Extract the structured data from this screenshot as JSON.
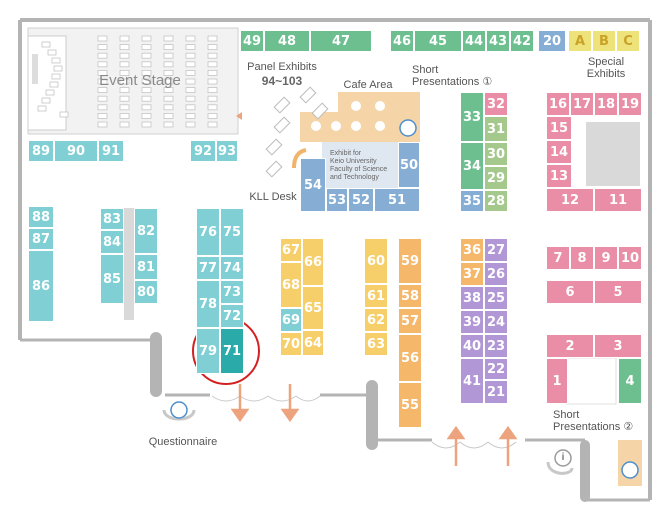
{
  "labels": {
    "event_stage": "Event Stage",
    "panel_exhibits": "Panel Exhibits",
    "panel_range": "94~103",
    "cafe_area": "Cafe Area",
    "short_presentations_1": "Short\nPresentations ①",
    "short_presentations_2": "Short\nPresentations ②",
    "special_exhibits": "Special\nExhibits",
    "kll_desk": "KLL Desk",
    "keio_exhibit": "Exhibit for\nKeio University\nFaculty of Science\nand Technology",
    "questionnaire": "Questionnaire",
    "info": "i"
  },
  "highlighted_booth": "71",
  "colors": {
    "green": "#6dbf8f",
    "light_green": "#a5c98c",
    "blue": "#86aed4",
    "teal": "#7fcfd4",
    "teal_highlight": "#2aaaa8",
    "yellow": "#f6cf6a",
    "orange": "#f5b76a",
    "purple": "#b197d6",
    "pink": "#e98ea6",
    "special": "#eee27a",
    "highlight_ring": "#d32020",
    "arrow": "#eda47e",
    "wall": "#b4b4b4"
  },
  "booths": [
    {
      "label": "49"
    },
    {
      "label": "48"
    },
    {
      "label": "47"
    },
    {
      "label": "46"
    },
    {
      "label": "45"
    },
    {
      "label": "44"
    },
    {
      "label": "43"
    },
    {
      "label": "42"
    },
    {
      "label": "20"
    },
    {
      "label": "A"
    },
    {
      "label": "B"
    },
    {
      "label": "C"
    },
    {
      "label": "89"
    },
    {
      "label": "90"
    },
    {
      "label": "91"
    },
    {
      "label": "92"
    },
    {
      "label": "93"
    },
    {
      "label": "33"
    },
    {
      "label": "32"
    },
    {
      "label": "31"
    },
    {
      "label": "34"
    },
    {
      "label": "30"
    },
    {
      "label": "29"
    },
    {
      "label": "35"
    },
    {
      "label": "28"
    },
    {
      "label": "50"
    },
    {
      "label": "54"
    },
    {
      "label": "53"
    },
    {
      "label": "52"
    },
    {
      "label": "51"
    },
    {
      "label": "16"
    },
    {
      "label": "17"
    },
    {
      "label": "18"
    },
    {
      "label": "19"
    },
    {
      "label": "15"
    },
    {
      "label": "14"
    },
    {
      "label": "13"
    },
    {
      "label": "12"
    },
    {
      "label": "11"
    },
    {
      "label": "88"
    },
    {
      "label": "87"
    },
    {
      "label": "86"
    },
    {
      "label": "83"
    },
    {
      "label": "84"
    },
    {
      "label": "85"
    },
    {
      "label": "82"
    },
    {
      "label": "81"
    },
    {
      "label": "80"
    },
    {
      "label": "76"
    },
    {
      "label": "75"
    },
    {
      "label": "77"
    },
    {
      "label": "74"
    },
    {
      "label": "78"
    },
    {
      "label": "73"
    },
    {
      "label": "72"
    },
    {
      "label": "79"
    },
    {
      "label": "71"
    },
    {
      "label": "67"
    },
    {
      "label": "66"
    },
    {
      "label": "68"
    },
    {
      "label": "65"
    },
    {
      "label": "69"
    },
    {
      "label": "70"
    },
    {
      "label": "64"
    },
    {
      "label": "60"
    },
    {
      "label": "61"
    },
    {
      "label": "62"
    },
    {
      "label": "63"
    },
    {
      "label": "59"
    },
    {
      "label": "58"
    },
    {
      "label": "57"
    },
    {
      "label": "56"
    },
    {
      "label": "55"
    },
    {
      "label": "36"
    },
    {
      "label": "27"
    },
    {
      "label": "37"
    },
    {
      "label": "26"
    },
    {
      "label": "38"
    },
    {
      "label": "25"
    },
    {
      "label": "39"
    },
    {
      "label": "24"
    },
    {
      "label": "40"
    },
    {
      "label": "23"
    },
    {
      "label": "41"
    },
    {
      "label": "22"
    },
    {
      "label": "21"
    },
    {
      "label": "7"
    },
    {
      "label": "8"
    },
    {
      "label": "9"
    },
    {
      "label": "10"
    },
    {
      "label": "6"
    },
    {
      "label": "5"
    },
    {
      "label": "2"
    },
    {
      "label": "3"
    },
    {
      "label": "1"
    },
    {
      "label": "4"
    }
  ]
}
